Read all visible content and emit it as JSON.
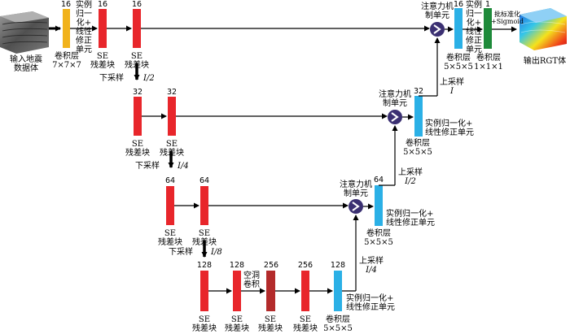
{
  "colors": {
    "se_block": "#e8262b",
    "dilated_block": "#b32b2b",
    "conv_in": "#f1b21b",
    "conv_block": "#2bb0e6",
    "final_conv": "#1e8a3a",
    "attention": "#3b3072"
  },
  "input": {
    "label_line1": "输入地震",
    "label_line2": "数据体"
  },
  "output": {
    "label": "输出RGT体"
  },
  "conv_in": {
    "channels": "16",
    "label": "卷积层",
    "size": "7×7×7"
  },
  "se": {
    "line1": "SE",
    "line2": "残差块"
  },
  "channels": {
    "c16": "16",
    "c32": "32",
    "c64": "64",
    "c128": "128",
    "c256": "256",
    "c1": "1"
  },
  "inorm_relu_vertical": [
    "实例",
    "归一",
    "化+",
    "线性",
    "修正",
    "单元"
  ],
  "inorm_relu_vertical_right": [
    "实例",
    "归一",
    "化+",
    "线性",
    "修正",
    "单元"
  ],
  "inorm_relu_line1": "实例归一化+",
  "inorm_relu_line2": "线性修正单元",
  "conv555": {
    "label": "卷积层",
    "size": "5×5×5"
  },
  "conv111": {
    "label": "卷积层",
    "size": "1×1×1"
  },
  "bn_sigmoid": {
    "line1": "批标准化",
    "line2": "+Sigmoid"
  },
  "attention": {
    "line1": "注意力机",
    "line2": "制单元"
  },
  "downsample": {
    "label": "下采样",
    "r2": "I/2",
    "r4": "I/4",
    "r8": "I/8"
  },
  "upsample": {
    "label": "上采样",
    "r1": "I",
    "r2": "I/2",
    "r4": "I/4"
  },
  "dilated": {
    "line1": "空洞",
    "line2": "卷积"
  }
}
